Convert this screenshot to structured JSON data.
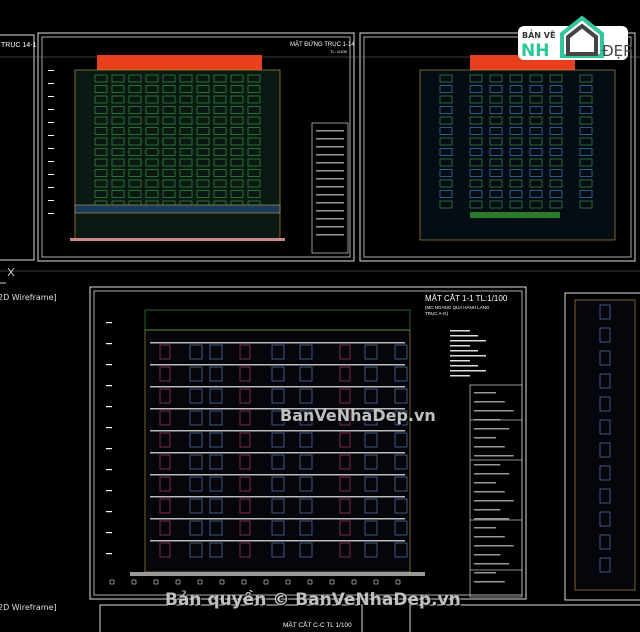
{
  "viewport": {
    "label_top": "2D Wireframe]",
    "label_bottom": "2D Wireframe]"
  },
  "sheets": {
    "left_partial": {
      "title": "TRỤC 14-1"
    },
    "elevation_1": {
      "title": "MẶT ĐỨNG TRỤC 1-14",
      "scale": "TL: 1/100"
    },
    "elevation_2": {
      "title": ""
    },
    "section_1": {
      "title": "MẶT CẮT 1-1 TL:1/100",
      "subtitle_1": "(MC NGANG QUA HÀNH LANG",
      "subtitle_2": "TRỤC A-G)"
    },
    "section_c": {
      "title": "MẶT CẮT C-C TL 1/100"
    }
  },
  "watermark": {
    "center": "BanVeNhaDep.vn",
    "bottom": "Bản quyền © BanVeNhaDep.vn"
  },
  "logo": {
    "line1": "BẢN VẼ",
    "line2": "NH",
    "line3": "ĐẸP"
  },
  "colors": {
    "roof": "#e8401c",
    "window_green": "#3fa34d",
    "frame": "#ffffff",
    "accent_logo": "#2fc79a"
  }
}
